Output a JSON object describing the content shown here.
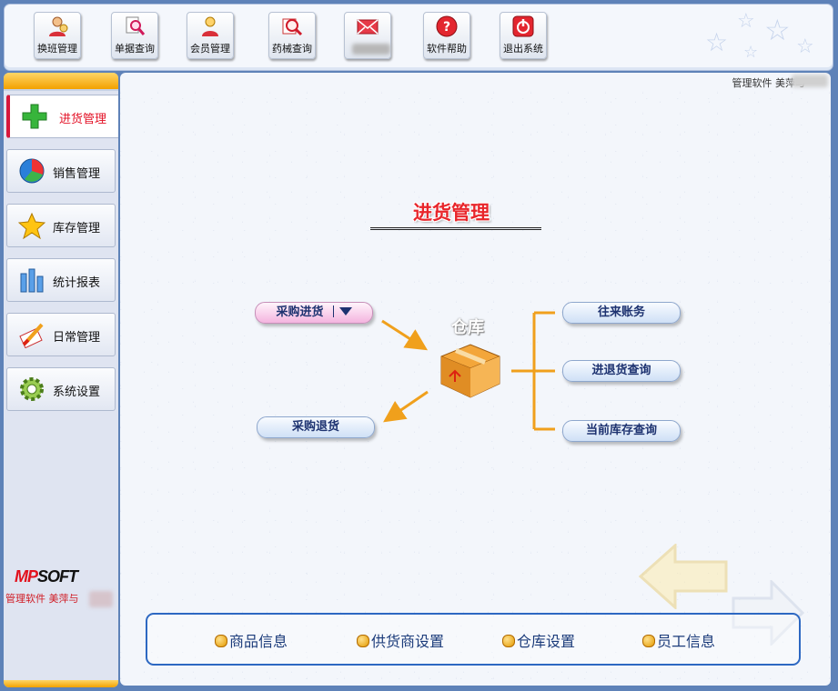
{
  "toolbar": {
    "buttons": [
      {
        "label": "换班管理",
        "icon": "shift-user-icon"
      },
      {
        "label": "单据查询",
        "icon": "document-search-icon"
      },
      {
        "label": "会员管理",
        "icon": "member-user-icon"
      },
      {
        "label": "药械查询",
        "icon": "medicine-search-icon"
      },
      {
        "label": "",
        "icon": "mail-icon"
      },
      {
        "label": "软件帮助",
        "icon": "help-icon"
      },
      {
        "label": "退出系统",
        "icon": "power-icon"
      }
    ]
  },
  "header": {
    "right_text": "管理软件  美萍与"
  },
  "sidebar": {
    "items": [
      {
        "label": "进货管理",
        "icon": "plus-icon",
        "active": true
      },
      {
        "label": "销售管理",
        "icon": "pie-chart-icon",
        "active": false
      },
      {
        "label": "库存管理",
        "icon": "star-icon",
        "active": false
      },
      {
        "label": "统计报表",
        "icon": "bar-chart-icon",
        "active": false
      },
      {
        "label": "日常管理",
        "icon": "brush-icon",
        "active": false
      },
      {
        "label": "系统设置",
        "icon": "gear-icon",
        "active": false
      }
    ],
    "logo_red": "MP",
    "logo_black": "SOFT",
    "caption": "管理软件  美萍与"
  },
  "main": {
    "title": "进货管理",
    "purchase_in": "采购进货",
    "purchase_return": "采购退货",
    "warehouse_label": "仓库",
    "right_actions": [
      "往来账务",
      "进退货查询",
      "当前库存查询"
    ],
    "bottom_items": [
      "商品信息",
      "供货商设置",
      "仓库设置",
      "员工信息"
    ]
  },
  "colors": {
    "accent_orange": "#f0a01c",
    "title_red": "#e8262b",
    "nav_blue": "#1d3270",
    "bottom_border": "#2d68c2"
  }
}
